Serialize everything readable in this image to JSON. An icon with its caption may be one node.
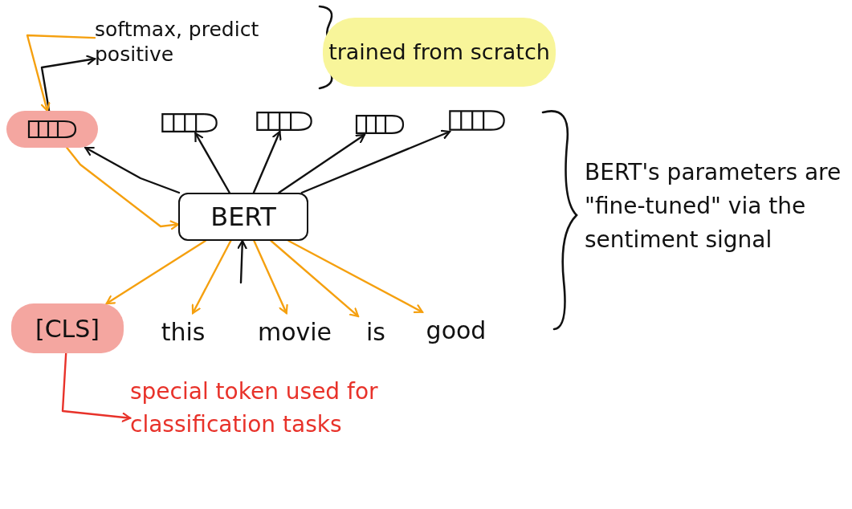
{
  "diagram": {
    "nodes": [
      {
        "text": [
          "softmax, predict positive"
        ]
      },
      {
        "text": [],
        "shape": "box"
      },
      {
        "text": [],
        "shape": "box"
      },
      {
        "text": [],
        "shape": "box"
      },
      {
        "text": [],
        "shape": "box"
      },
      {
        "text": [],
        "shape": "box"
      },
      {
        "text": [
          "BERT"
        ]
      },
      {
        "text": [
          "[CLS]"
        ]
      },
      {
        "text": [
          "this"
        ]
      },
      {
        "text": [
          "movie"
        ]
      },
      {
        "text": [
          "is"
        ]
      },
      {
        "text": [
          "good"
        ]
      },
      {
        "text": [
          "trained from scratch"
        ]
      },
      {
        "text": [
          "BERT's parameters are \"fine-tuned\" via the sentiment signal"
        ]
      },
      {
        "text": [
          "special token used for classification tasks"
        ]
      }
    ],
    "edges": [
      {
        "from": 1,
        "to": 0,
        "arrow": "to"
      },
      {
        "from": 0,
        "to": 1,
        "arrow": "to",
        "color": "#f5a00f"
      },
      {
        "from": 1,
        "to": 6,
        "arrow": "to",
        "color": "#f5a00f"
      },
      {
        "from": 6,
        "to": 1,
        "arrow": "to"
      },
      {
        "from": 6,
        "to": 2,
        "arrow": "to"
      },
      {
        "from": 6,
        "to": 3,
        "arrow": "to"
      },
      {
        "from": 6,
        "to": 4,
        "arrow": "to"
      },
      {
        "from": 6,
        "to": 5,
        "arrow": "to"
      },
      {
        "from": null,
        "to": 6,
        "arrow": "to"
      },
      {
        "from": 6,
        "to": 7,
        "arrow": "to",
        "color": "#f5a00f"
      },
      {
        "from": 6,
        "to": 8,
        "arrow": "to",
        "color": "#f5a00f"
      },
      {
        "from": 6,
        "to": 9,
        "arrow": "to",
        "color": "#f5a00f"
      },
      {
        "from": 6,
        "to": 10,
        "arrow": "to",
        "color": "#f5a00f"
      },
      {
        "from": 6,
        "to": 11,
        "arrow": "to",
        "color": "#f5a00f"
      },
      {
        "from": 7,
        "to": 14,
        "arrow": "to",
        "color": "#e8322a"
      }
    ]
  }
}
